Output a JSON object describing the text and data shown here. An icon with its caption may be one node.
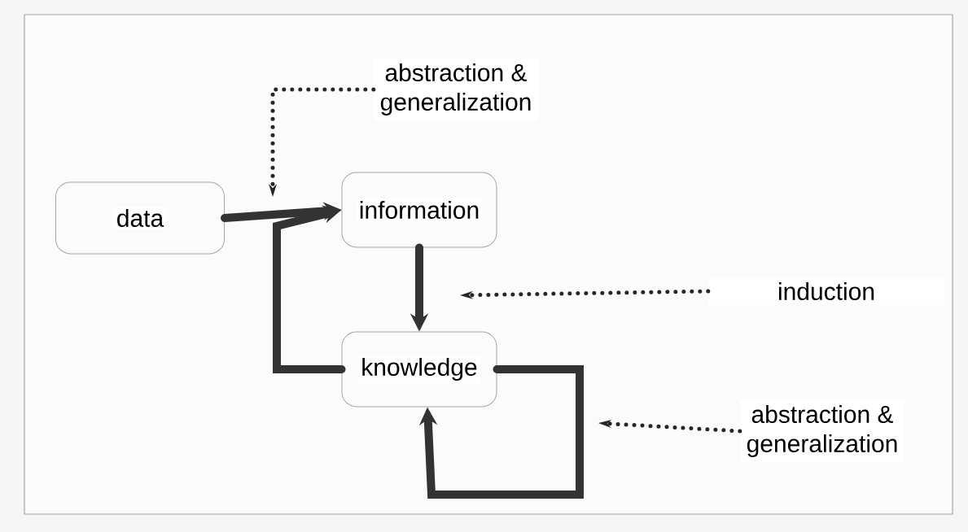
{
  "diagram": {
    "nodes": [
      {
        "text": [
          "data"
        ]
      },
      {
        "text": [
          "information"
        ]
      },
      {
        "text": [
          "knowledge"
        ]
      },
      {
        "text": [
          "abstraction & generalization"
        ]
      },
      {
        "text": [
          "induction"
        ]
      },
      {
        "text": [
          "abstraction & generalization"
        ]
      }
    ],
    "edges": [
      {
        "from": 0,
        "to": 1,
        "arrow": "to"
      },
      {
        "from": 1,
        "to": 2,
        "arrow": "to"
      },
      {
        "from": 2,
        "to": 1,
        "arrow": "to"
      },
      {
        "from": 2,
        "to": 2,
        "arrow": "to"
      },
      {
        "from": 3,
        "to": null,
        "arrow": "to",
        "style": "dashed"
      },
      {
        "from": 4,
        "to": null,
        "arrow": "to",
        "style": "dashed"
      },
      {
        "from": 5,
        "to": null,
        "arrow": "to",
        "style": "dashed"
      }
    ]
  }
}
